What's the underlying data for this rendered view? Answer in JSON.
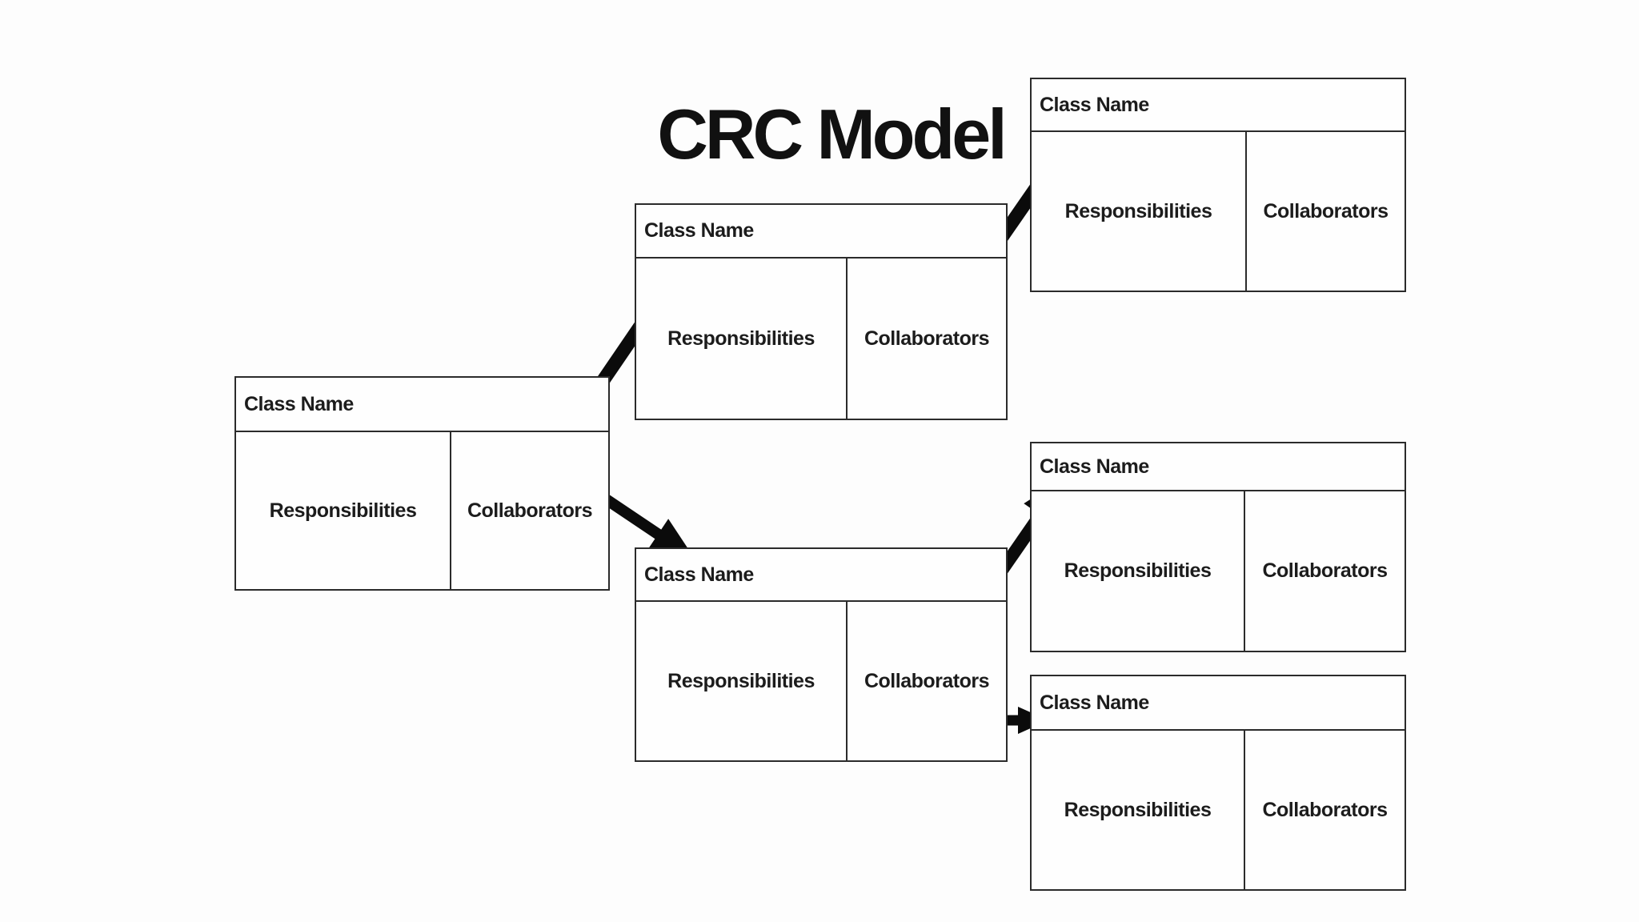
{
  "title": "CRC Model",
  "cards": [
    {
      "id": "card-1",
      "class_name": "Class Name",
      "responsibilities": "Responsibilities",
      "collaborators": "Collaborators"
    },
    {
      "id": "card-2",
      "class_name": "Class Name",
      "responsibilities": "Responsibilities",
      "collaborators": "Collaborators"
    },
    {
      "id": "card-3",
      "class_name": "Class Name",
      "responsibilities": "Responsibilities",
      "collaborators": "Collaborators"
    },
    {
      "id": "card-4",
      "class_name": "Class Name",
      "responsibilities": "Responsibilities",
      "collaborators": "Collaborators"
    },
    {
      "id": "card-5",
      "class_name": "Class Name",
      "responsibilities": "Responsibilities",
      "collaborators": "Collaborators"
    },
    {
      "id": "card-6",
      "class_name": "Class Name",
      "responsibilities": "Responsibilities",
      "collaborators": "Collaborators"
    }
  ],
  "arrows": [
    {
      "name": "arrow-card1-to-card2",
      "from": "card-1",
      "to": "card-2"
    },
    {
      "name": "arrow-card1-to-card4",
      "from": "card-1",
      "to": "card-4"
    },
    {
      "name": "arrow-card2-to-card3",
      "from": "card-2",
      "to": "card-3"
    },
    {
      "name": "arrow-card4-to-card5",
      "from": "card-4",
      "to": "card-5"
    },
    {
      "name": "arrow-card4-to-card6",
      "from": "card-4",
      "to": "card-6"
    }
  ],
  "colors": {
    "background": "#fdfdfd",
    "card_fill": "#fefefe",
    "line": "#2b2b2b",
    "arrow": "#0b0b0b",
    "text": "#1c1c1c"
  }
}
